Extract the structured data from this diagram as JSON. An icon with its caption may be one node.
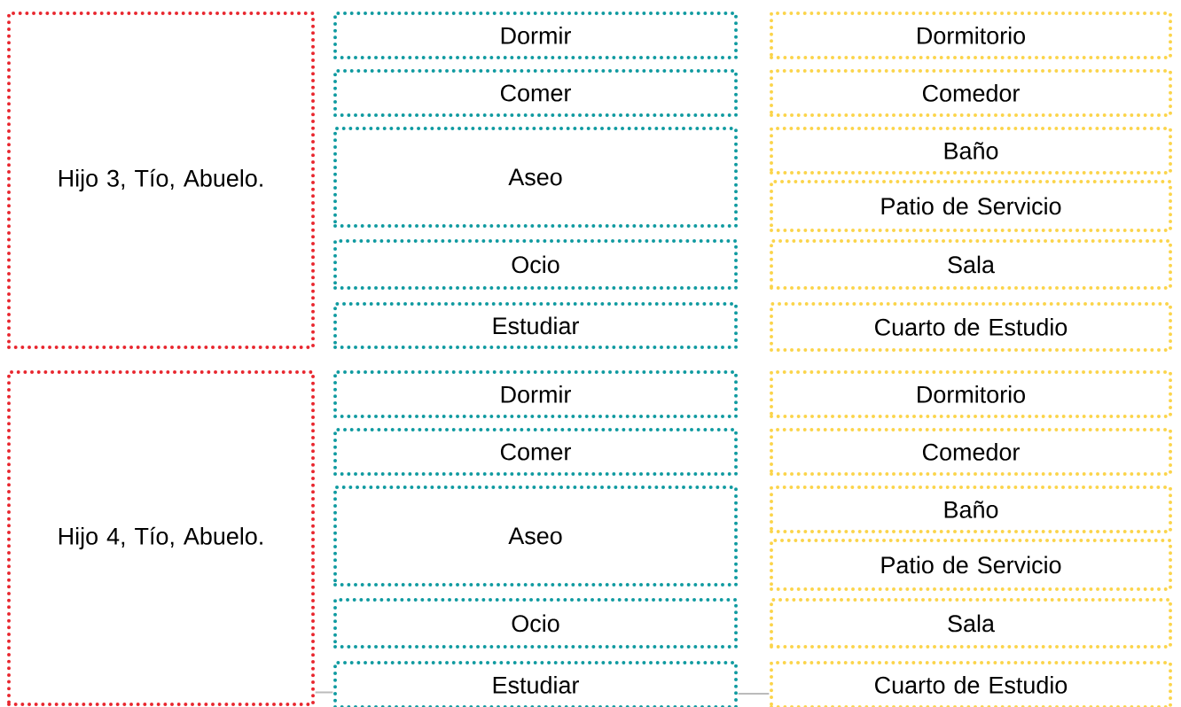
{
  "diagram": {
    "nodes": [
      {
        "text": [
          "Hijo 3, Tío, Abuelo."
        ]
      },
      {
        "text": [
          "Dormir"
        ]
      },
      {
        "text": [
          "Comer"
        ]
      },
      {
        "text": [
          "Aseo"
        ]
      },
      {
        "text": [
          "Ocio"
        ]
      },
      {
        "text": [
          "Estudiar"
        ]
      },
      {
        "text": [
          "Dormitorio"
        ]
      },
      {
        "text": [
          "Comedor"
        ]
      },
      {
        "text": [
          "Baño"
        ]
      },
      {
        "text": [
          "Patio de Servicio"
        ]
      },
      {
        "text": [
          "Sala"
        ]
      },
      {
        "text": [
          "Cuarto de Estudio"
        ]
      },
      {
        "text": [
          "Hijo 4, Tío, Abuelo."
        ]
      },
      {
        "text": [
          "Dormir"
        ]
      },
      {
        "text": [
          "Comer"
        ]
      },
      {
        "text": [
          "Aseo"
        ]
      },
      {
        "text": [
          "Ocio"
        ]
      },
      {
        "text": [
          "Estudiar"
        ]
      },
      {
        "text": [
          "Dormitorio"
        ]
      },
      {
        "text": [
          "Comedor"
        ]
      },
      {
        "text": [
          "Baño"
        ]
      },
      {
        "text": [
          "Patio de Servicio"
        ]
      },
      {
        "text": [
          "Sala"
        ]
      },
      {
        "text": [
          "Cuarto de Estudio"
        ]
      }
    ],
    "edges": [
      {
        "from": 12,
        "to": 17,
        "arrow": "none"
      },
      {
        "from": 17,
        "to": 23,
        "arrow": "none"
      }
    ]
  }
}
